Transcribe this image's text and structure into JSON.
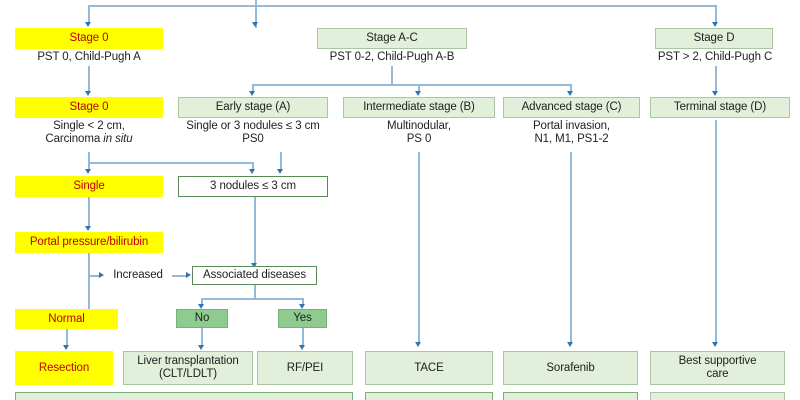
{
  "diagram": {
    "title": "BCLC staging and treatment strategy flowchart",
    "colors": {
      "highlight_yellow": "#ffff00",
      "yellow_text": "#c00000",
      "green_light": "#e2efda",
      "green_mid": "#8ecb8e",
      "green_border": "#a9c6a0",
      "connector_line": "#95b9d8",
      "connector_arrow": "#2e75b6",
      "text": "#1f1f1f"
    },
    "row_stage_top": [
      {
        "label": "Stage 0",
        "caption": "PST 0, Child-Pugh A",
        "style": "yellow"
      },
      {
        "label": "Stage A-C",
        "caption": "PST 0-2, Child-Pugh A-B",
        "style": "green"
      },
      {
        "label": "Stage D",
        "caption": "PST > 2, Child-Pugh C",
        "style": "green"
      }
    ],
    "row_stage_sub": [
      {
        "label": "Stage 0",
        "caption_line1": "Single < 2 cm,",
        "caption_line2_pre": "Carcinoma ",
        "caption_line2_italic": "in situ",
        "style": "yellow"
      },
      {
        "label": "Early stage (A)",
        "caption_line1": "Single or 3 nodules ≤ 3 cm",
        "caption_line2": "PS0",
        "style": "green"
      },
      {
        "label": "Intermediate stage (B)",
        "caption_line1": "Multinodular,",
        "caption_line2": "PS 0",
        "style": "green"
      },
      {
        "label": "Advanced stage (C)",
        "caption_line1": "Portal invasion,",
        "caption_line2": "N1, M1, PS1-2",
        "style": "green"
      },
      {
        "label": "Terminal stage (D)",
        "caption_line1": "",
        "caption_line2": "",
        "style": "green"
      }
    ],
    "row_nodules": [
      {
        "label": "Single",
        "style": "yellow"
      },
      {
        "label": "3 nodules ≤ 3 cm",
        "style": "white"
      }
    ],
    "row_portal": [
      {
        "label": "Portal pressure/bilirubin",
        "style": "yellow"
      },
      {
        "label": "Increased",
        "style": "plain"
      },
      {
        "label": "Associated diseases",
        "style": "white"
      }
    ],
    "row_decision": [
      {
        "label": "Normal",
        "style": "yellow"
      },
      {
        "label": "No",
        "style": "greenmid"
      },
      {
        "label": "Yes",
        "style": "greenmid"
      }
    ],
    "row_treatment": [
      {
        "label": "Resection",
        "style": "yellow"
      },
      {
        "label_line1": "Liver transplantation",
        "label_line2": "(CLT/LDLT)",
        "style": "green"
      },
      {
        "label": "RF/PEI",
        "style": "green"
      },
      {
        "label": "TACE",
        "style": "green"
      },
      {
        "label": "Sorafenib",
        "style": "green"
      },
      {
        "label_line1": "Best supportive",
        "label_line2": "care",
        "style": "green"
      }
    ]
  }
}
